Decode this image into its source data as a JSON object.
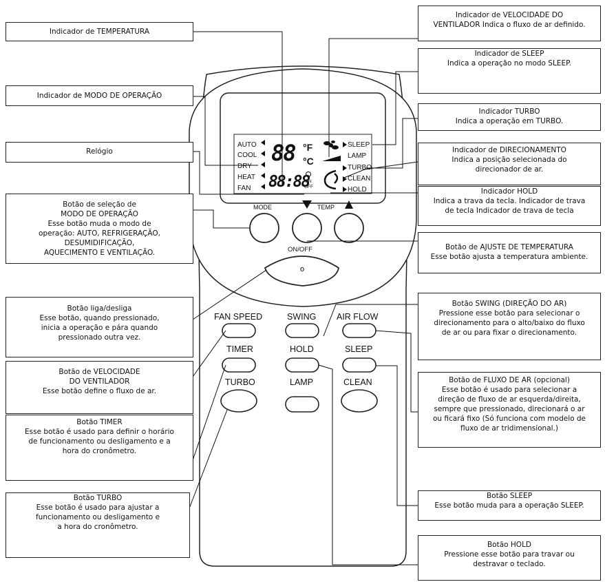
{
  "callouts": {
    "temp_indicator": {
      "lines": [
        "Indicador de TEMPERATURA"
      ]
    },
    "mode_indicator": {
      "lines": [
        "Indicador de MODO DE OPERAÇÃO"
      ]
    },
    "clock": {
      "lines": [
        "Relógio"
      ]
    },
    "mode_button": {
      "lines": [
        "Botão de seleção de",
        "MODO DE OPERAÇÃO",
        "Esse botão muda o modo de",
        "operação: AUTO, REFRIGERAÇÃO,",
        "DESUMIDIFICAÇÃO,",
        "AQUECIMENTO E VENTILAÇÃO."
      ]
    },
    "power_button": {
      "lines": [
        "Botão liga/desliga",
        "Esse botão, quando pressionado,",
        "inicia a operação e pára quando",
        "pressionado outra vez."
      ]
    },
    "fan_speed_button": {
      "lines": [
        "Botão de VELOCIDADE",
        "DO VENTILADOR",
        "Esse botão define o fluxo de ar."
      ]
    },
    "timer_button": {
      "lines": [
        "Botão TIMER",
        "Esse botão é usado para definir o horário",
        "de funcionamento ou desligamento e a",
        "hora do cronômetro."
      ]
    },
    "turbo_button": {
      "lines": [
        "Botão TURBO",
        "Esse botão é usado para ajustar a",
        "funcionamento ou desligamento e",
        "a hora do cronômetro."
      ]
    },
    "fan_speed_indicator": {
      "lines": [
        "Indicador de VELOCIDADE DO",
        "VENTILADOR Indica o fluxo de ar definido."
      ]
    },
    "sleep_indicator": {
      "lines": [
        "Indicador de SLEEP",
        "Indica a operação no modo SLEEP."
      ]
    },
    "turbo_indicator": {
      "lines": [
        "Indicador TURBO",
        "Indica a operação em TURBO."
      ]
    },
    "direction_indicator": {
      "lines": [
        "Indicador de DIRECIONAMENTO",
        "Indica a posição selecionada do",
        "direcionador de ar."
      ]
    },
    "hold_indicator": {
      "lines": [
        "Indicador HOLD",
        "Indica a trava da tecla. Indicador de trava",
        "de tecla Indicador de trava de tecla"
      ]
    },
    "temp_adjust_button": {
      "lines": [
        "Botão de AJUSTE DE TEMPERATURA",
        "Esse botão ajusta a temperatura ambiente."
      ]
    },
    "swing_button": {
      "lines": [
        "Botão SWING (DIREÇÃO DO AR)",
        "Pressione esse botão para selecionar o",
        "direcionamento para o alto/baixo do fluxo",
        "de ar ou para fixar o direcionamento."
      ]
    },
    "airflow_button": {
      "lines": [
        "Botão de FLUXO DE AR (opcional)",
        "Esse botão é usado para selecionar a",
        "direção de fluxo de ar esquerda/direita,",
        "sempre que pressionado, direcionará o ar",
        "ou ficará fixo (Só funciona com modelo de",
        "fluxo de ar tridimensional.)"
      ]
    },
    "sleep_button": {
      "lines": [
        "Botão SLEEP",
        "Esse botão muda para a operação SLEEP."
      ]
    },
    "hold_button": {
      "lines": [
        "Botão HOLD",
        "Pressione esse botão para travar ou",
        "destravar o teclado."
      ]
    }
  },
  "display": {
    "modes": [
      "AUTO",
      "COOL",
      "DRY",
      "HEAT",
      "FAN"
    ],
    "temp_digits": "88",
    "unit_f": "°F",
    "unit_c": "°C",
    "clock_digits": "88:88",
    "on_label": "ON",
    "off_label": "OFF",
    "right_labels": [
      "SLEEP",
      "LAMP",
      "TURBO",
      "CLEAN",
      "HOLD"
    ]
  },
  "remote": {
    "mode_label": "MODE",
    "temp_label": "TEMP",
    "onoff_label": "ON/OFF",
    "power_symbol": "o",
    "buttons_row1": [
      "FAN SPEED",
      "SWING",
      "AIR FLOW"
    ],
    "buttons_row2": [
      "TIMER",
      "HOLD",
      "SLEEP"
    ],
    "buttons_row3": [
      "TURBO",
      "LAMP",
      "CLEAN"
    ]
  }
}
